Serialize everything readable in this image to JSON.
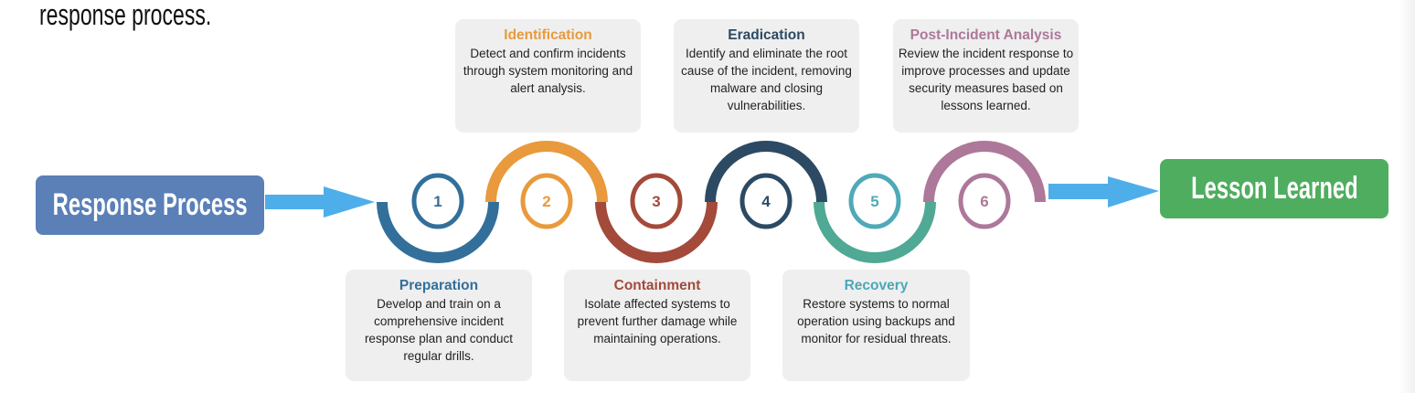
{
  "heading": "response process.",
  "start_label": "Response Process",
  "end_label": "Lesson Learned",
  "colors": {
    "start": "#5a80b7",
    "end": "#4fad5f",
    "arrow": "#4eaee9",
    "box": "#efefef"
  },
  "steps": [
    {
      "num": "1",
      "title": "Preparation",
      "desc": "Develop and train on a comprehensive incident response plan and conduct regular drills.",
      "color": "#336f9b"
    },
    {
      "num": "2",
      "title": "Identification",
      "desc": "Detect and confirm incidents through system monitoring and alert analysis.",
      "color": "#e89a3c"
    },
    {
      "num": "3",
      "title": "Containment",
      "desc": "Isolate affected systems to prevent further damage while maintaining operations.",
      "color": "#a34a3a"
    },
    {
      "num": "4",
      "title": "Eradication",
      "desc": "Identify and eliminate the root cause of the incident, removing malware and closing vulnerabilities.",
      "color": "#2c4a63"
    },
    {
      "num": "5",
      "title": "Recovery",
      "desc": "Restore systems to normal operation using backups and monitor for residual threats.",
      "color": "#4faab8"
    },
    {
      "num": "6",
      "title": "Post-Incident Analysis",
      "desc": "Review the incident response to improve processes and update security measures based on lessons learned.",
      "color": "#ad7899"
    }
  ]
}
